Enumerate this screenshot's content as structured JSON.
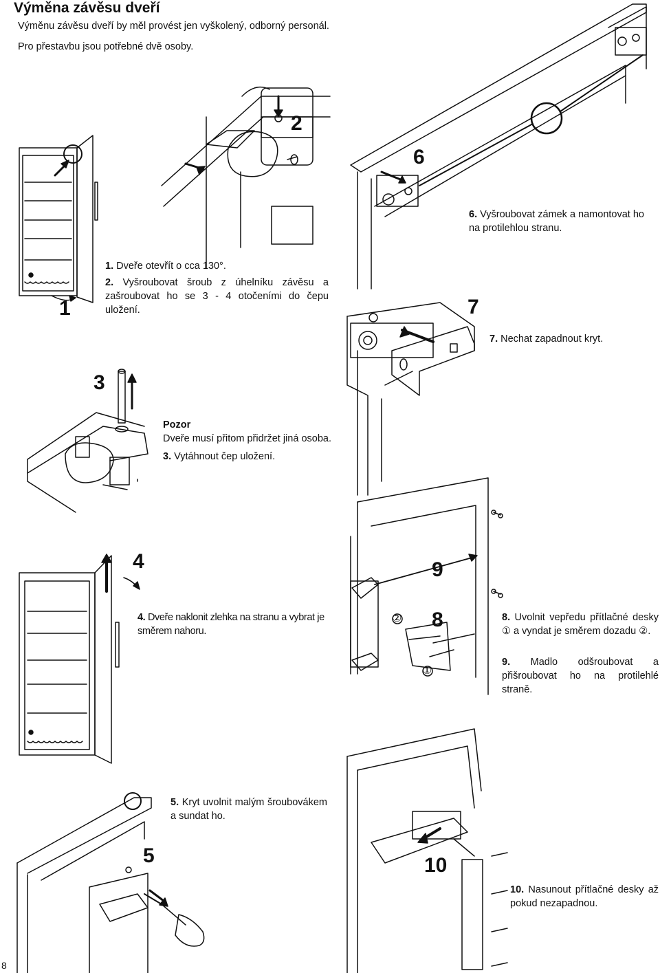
{
  "header": {
    "title": "Výměna závěsu dveří",
    "intro_1": "Výměnu závěsu dveří by měl provést jen vyškolený, odborný personál.",
    "intro_2": "Pro přestavbu jsou potřebné dvě osoby."
  },
  "steps": {
    "s1": {
      "num": "1.",
      "text": "Dveře otevřít o cca 130°."
    },
    "s2": {
      "num": "2.",
      "text": "Vyšroubovat šroub z úhelníku závěsu a zašroubovat ho se 3 - 4 otočeními do čepu uložení."
    },
    "s3": {
      "num": "3.",
      "text": "Vytáhnout čep uložení."
    },
    "s4": {
      "num": "4.",
      "text": "Dveře naklonit zlehka na stranu a vybrat je směrem nahoru."
    },
    "s5": {
      "num": "5.",
      "text": "Kryt uvolnit malým šroubovákem a sundat ho."
    },
    "s6": {
      "num": "6.",
      "text": "Vyšroubovat zámek a namontovat ho na protilehlou stranu."
    },
    "s7": {
      "num": "7.",
      "text": "Nechat zapadnout kryt."
    },
    "s8": {
      "num": "8.",
      "text_a": "Uvolnit vepředu přítlačné desky",
      "mark1": "①",
      "text_b": "a vyndat je směrem dozadu",
      "mark2": "②",
      "text_c": "."
    },
    "s9": {
      "num": "9.",
      "text": "Madlo odšroubovat a přišroubovat ho na protilehlé straně."
    },
    "s10": {
      "num": "10.",
      "text": "Nasunout přítlačné desky až pokud nezapadnou."
    }
  },
  "warning": {
    "heading": "Pozor",
    "text": "Dveře musí přitom přidržet jiná osoba."
  },
  "figure_labels": {
    "f1": "1",
    "f2": "2",
    "f3": "3",
    "f4": "4",
    "f5": "5",
    "f6": "6",
    "f7": "7",
    "f8": "8",
    "f9": "9",
    "f10": "10",
    "m1": "①",
    "m2": "②"
  },
  "page_number": "8"
}
